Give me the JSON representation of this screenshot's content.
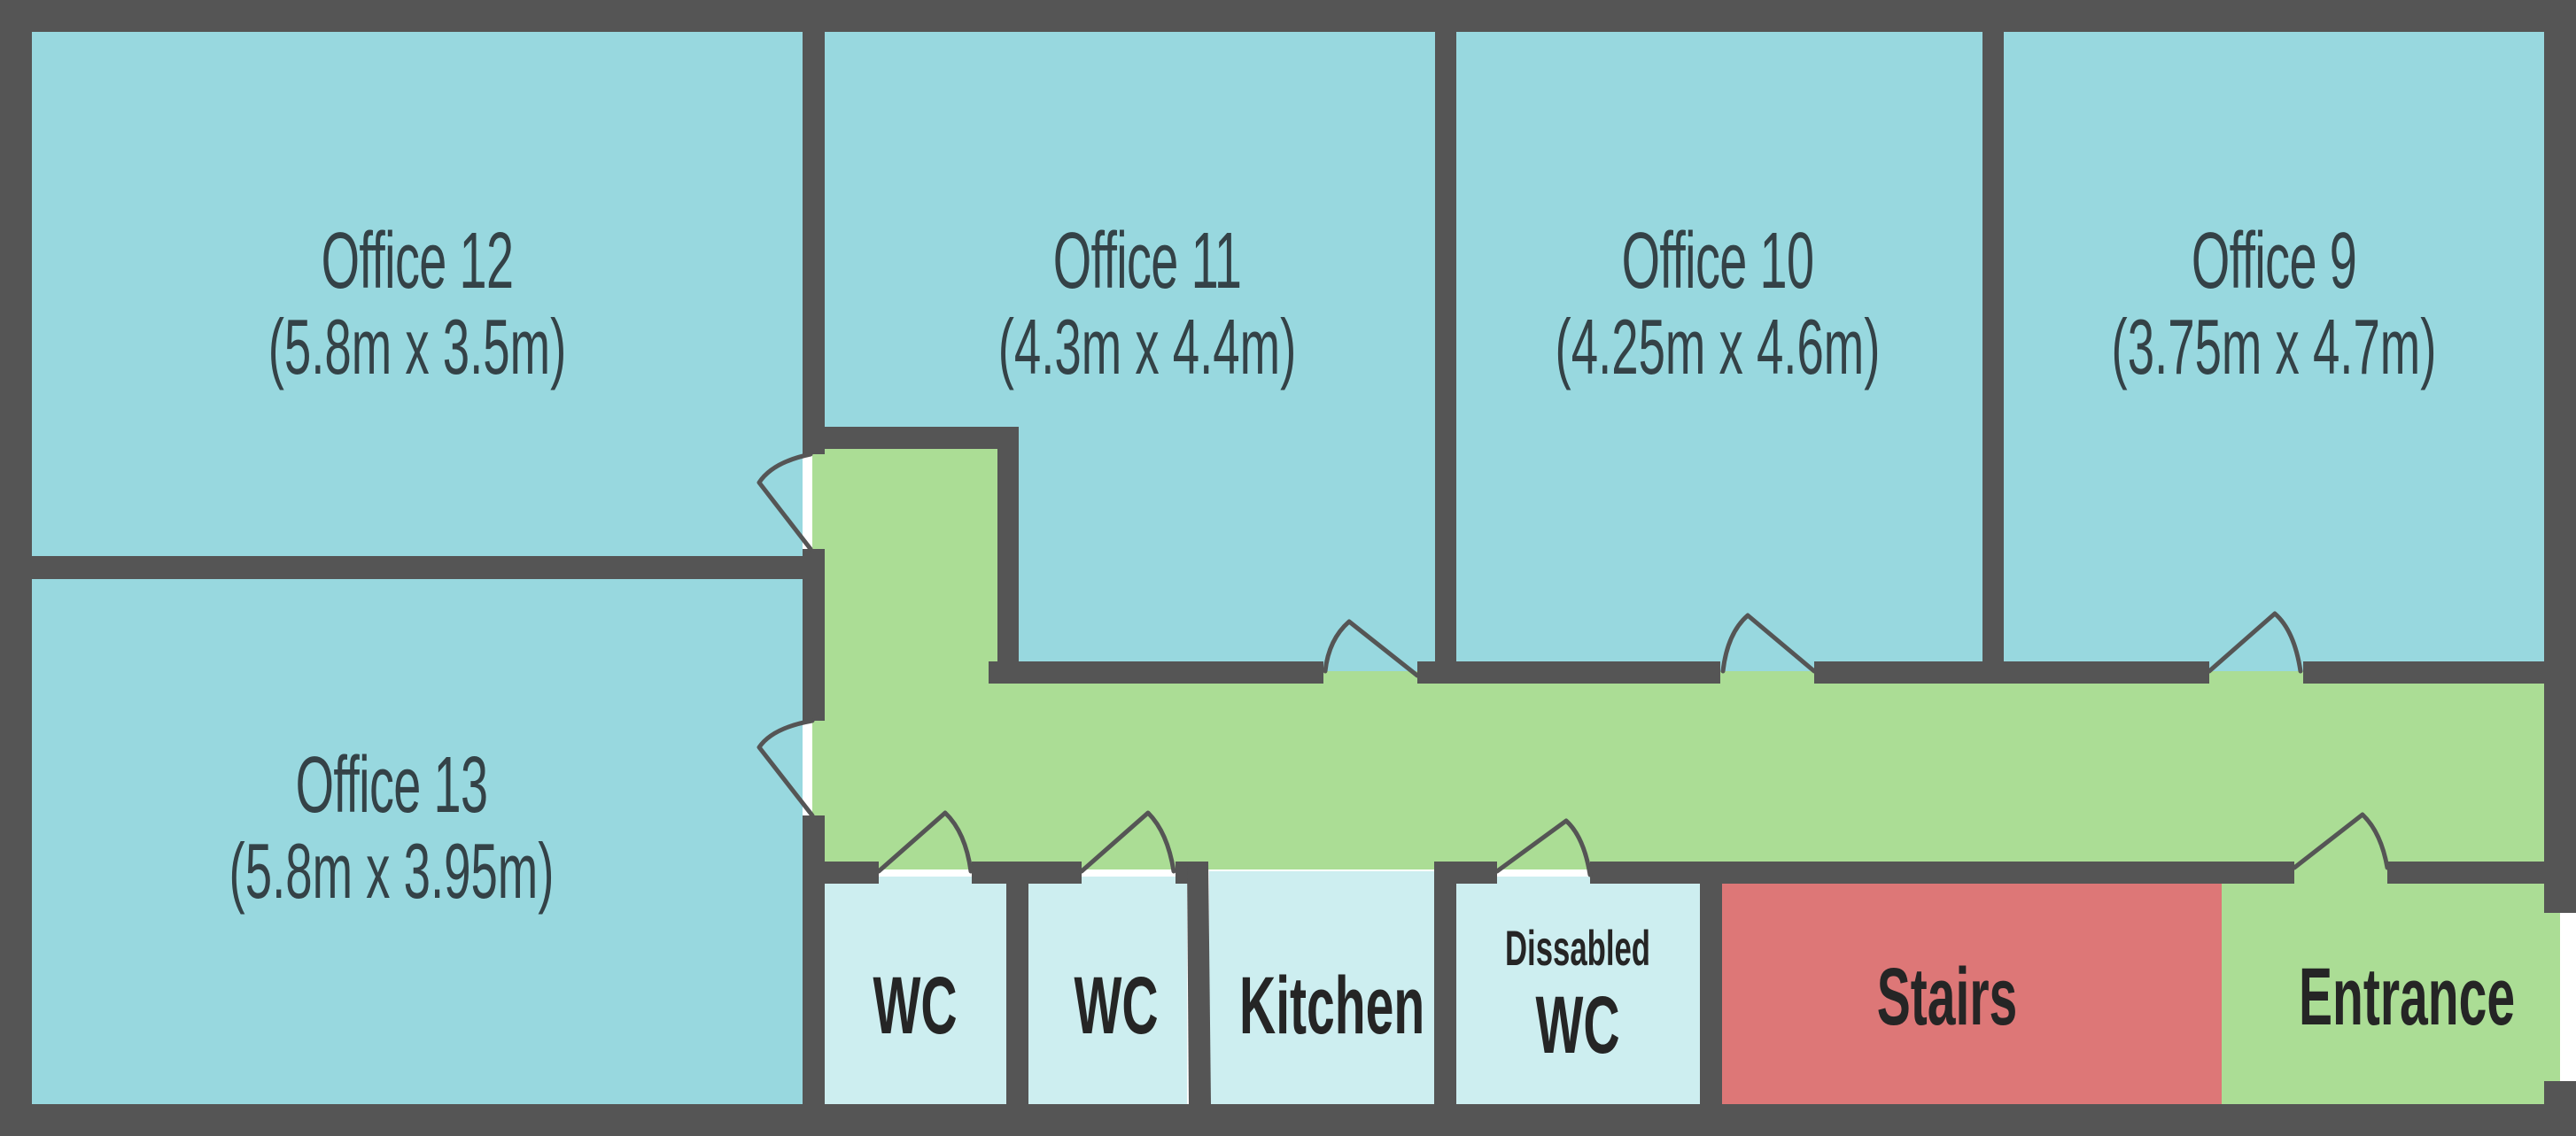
{
  "floorplan": {
    "colors": {
      "wall": "#555555",
      "office": "#98D8DF",
      "service_room": "#CDEEF0",
      "corridor": "#ABDD95",
      "stairs": "#DD7777",
      "entrance": "#ABDD95",
      "office_text": "#344247",
      "service_text": "#252525"
    },
    "rooms": {
      "office12": {
        "name": "Office 12",
        "dims": "(5.8m x 3.5m)"
      },
      "office11": {
        "name": "Office 11",
        "dims": "(4.3m x 4.4m)"
      },
      "office10": {
        "name": "Office 10",
        "dims": "(4.25m x 4.6m)"
      },
      "office9": {
        "name": "Office 9",
        "dims": "(3.75m x 4.7m)"
      },
      "office13": {
        "name": "Office 13",
        "dims": "(5.8m x 3.95m)"
      },
      "wc1": {
        "name": "WC"
      },
      "wc2": {
        "name": "WC"
      },
      "kitchen": {
        "name": "Kitchen"
      },
      "disabled_wc": {
        "line1": "Dissabled",
        "line2": "WC"
      },
      "stairs": {
        "name": "Stairs"
      },
      "entrance": {
        "name": "Entrance"
      }
    }
  }
}
